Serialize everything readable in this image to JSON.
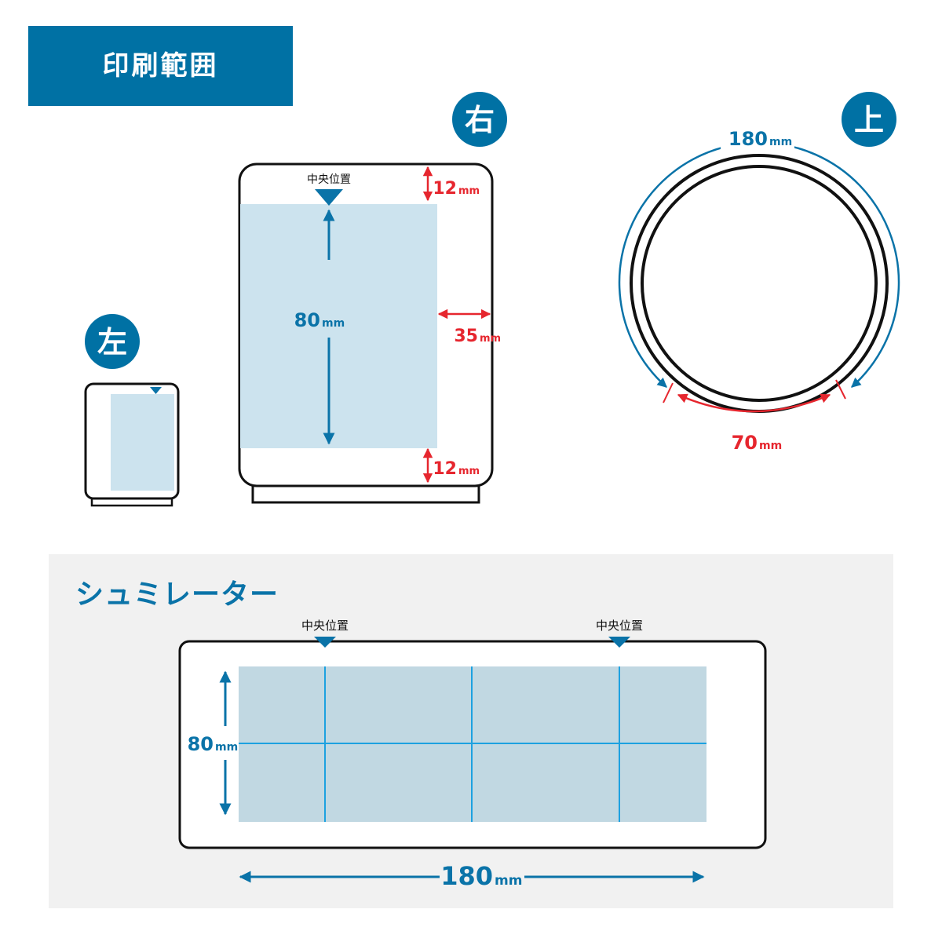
{
  "header": {
    "title": "印刷範囲"
  },
  "badges": {
    "left": "左",
    "right": "右",
    "top": "上"
  },
  "right_view": {
    "center_label": "中央位置",
    "top_margin": "12",
    "bottom_margin": "12",
    "side_margin": "35",
    "height": "80",
    "unit": "mm"
  },
  "top_view": {
    "circumference": "180",
    "gap": "70",
    "unit": "mm"
  },
  "simulator": {
    "title": "シュミレーター",
    "center_label_1": "中央位置",
    "center_label_2": "中央位置",
    "height": "80",
    "width": "180",
    "unit": "mm"
  },
  "colors": {
    "brand": "#0071a4",
    "accent_red": "#e6262e",
    "print_area": "#cce3ee",
    "sim_area": "#c1d8e2",
    "grid_line": "#1da1e0"
  }
}
